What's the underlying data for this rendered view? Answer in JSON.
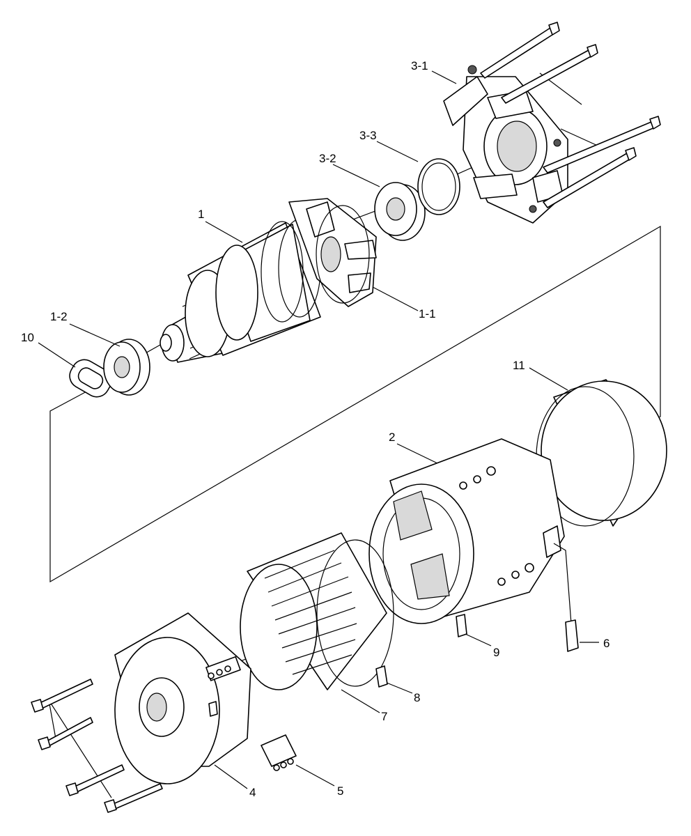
{
  "callouts": {
    "c1": "1",
    "c1_1": "1-1",
    "c1_2": "1-2",
    "c2": "2",
    "c3_1": "3-1",
    "c3_2": "3-2",
    "c3_3": "3-3",
    "c4": "4",
    "c5": "5",
    "c6": "6",
    "c7": "7",
    "c8": "8",
    "c9": "9",
    "c10": "10",
    "c11": "11"
  }
}
